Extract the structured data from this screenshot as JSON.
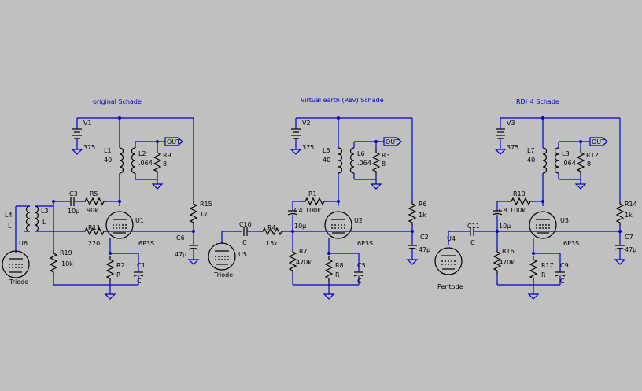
{
  "titles": {
    "s1": "original Schade",
    "s2": "Virtual earth  (Rev) Schade",
    "s3": "RDH4 Schade"
  },
  "s1": {
    "v": "V1",
    "vv": "375",
    "l1": "L1",
    "l1v": "40",
    "l2": "L2",
    "l2v": ".064",
    "r9": "R9",
    "r9v": "8",
    "out": "OUT",
    "c3": "C3",
    "c3v": "10µ",
    "r5": "R5",
    "r5v": "90k",
    "u1": "U1",
    "u1v": "6P3S",
    "r11": "R11",
    "r11v": "220",
    "r15": "R15",
    "r15v": "1k",
    "c6": "C6",
    "c6v": "47µ",
    "r2": "R2",
    "r2v": "R",
    "c1": "C1",
    "c1v": "C",
    "r19": "R19",
    "r19v": "10k",
    "l4": "L4",
    "l4v": "L",
    "l3": "L3",
    "l3v": "L",
    "u6": "U6",
    "u6v": "Triode"
  },
  "s2": {
    "v": "V2",
    "vv": "375",
    "l5": "L5",
    "l5v": "40",
    "l6": "L6",
    "l6v": ".064",
    "r3": "R3",
    "r3v": "8",
    "out": "OUT",
    "r1": "R1",
    "r1v": "100k",
    "c4": "C4",
    "c4v": "10µ",
    "u2": "U2",
    "u2v": "6P3S",
    "c10": "C10",
    "c10v": "C",
    "r4": "R4",
    "r4v": "15k",
    "u5": "U5",
    "u5v": "Triode",
    "r7": "R7",
    "r7v": "470k",
    "r8": "R8",
    "r8v": "R",
    "c5": "C5",
    "c5v": "C",
    "r6": "R6",
    "r6v": "1k",
    "c2": "C2",
    "c2v": "47µ"
  },
  "s3": {
    "v": "V3",
    "vv": "375",
    "l7": "L7",
    "l7v": "40",
    "l8": "L8",
    "l8v": ".064",
    "r12": "R12",
    "r12v": "8",
    "out": "OUT",
    "r10": "R10",
    "r10v": "100k",
    "c8": "C8",
    "c8v": "10µ",
    "u3": "U3",
    "u3v": "6P3S",
    "c11": "C11",
    "c11v": "C",
    "u4": "U4",
    "u4v": "Pentode",
    "r16": "R16",
    "r16v": "470k",
    "r17": "R17",
    "r17v": "R",
    "c9": "C9",
    "c9v": "C",
    "r14": "R14",
    "r14v": "1k",
    "c7": "C7",
    "c7v": "47µ"
  }
}
